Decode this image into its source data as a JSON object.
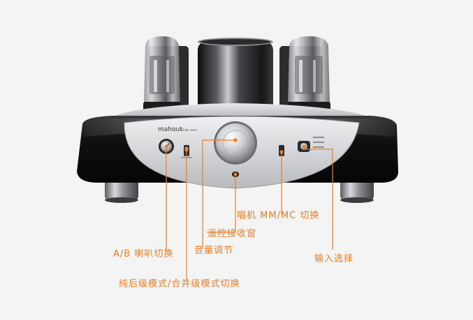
{
  "product": {
    "brand": "mahout",
    "model": "ELite vocs"
  },
  "callouts": {
    "speaker_ab": "A/B 喇叭切换",
    "mode_switch": "纯后级模式/合并级模式切换",
    "volume": "音量调节",
    "remote_window": "遥控接收窗",
    "phono_switch": "唱机 MM/MC 切换",
    "input_select": "输入选择"
  },
  "colors": {
    "accent": "#ef7c22",
    "background": "#f4f4f4",
    "faceplate": "#d9dadc",
    "body": "#151515"
  }
}
